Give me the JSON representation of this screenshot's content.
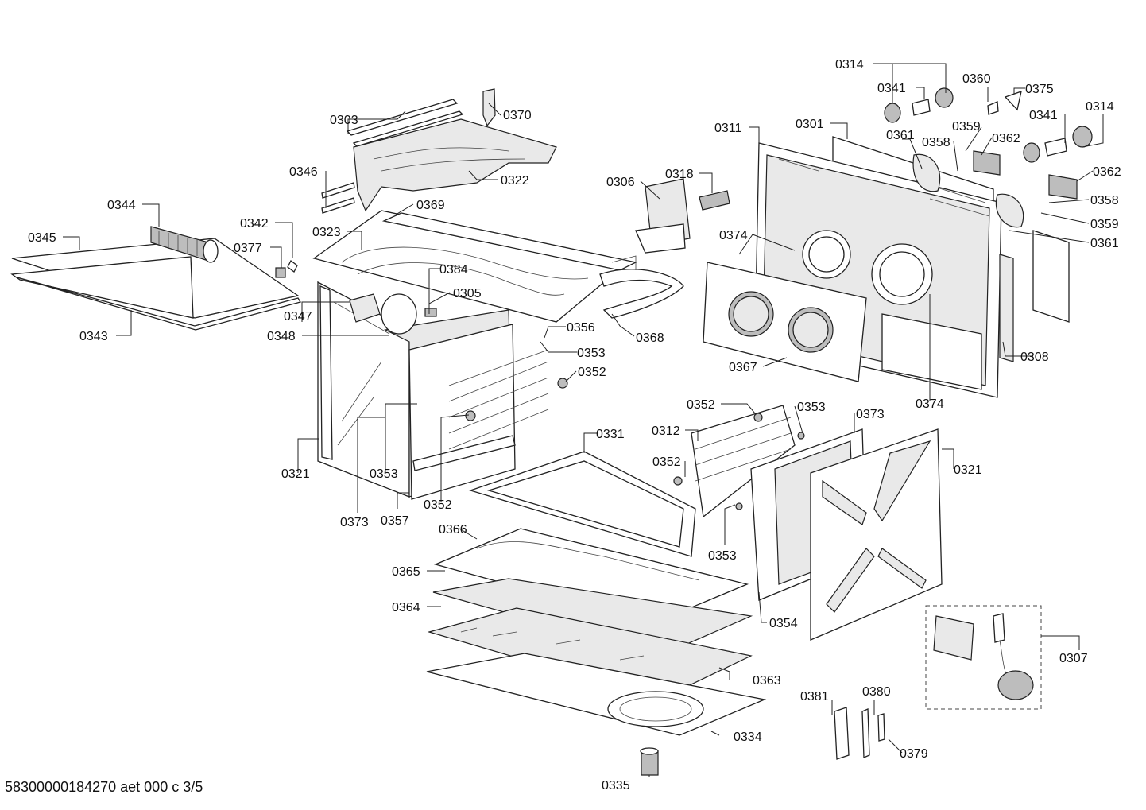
{
  "document_code": "58300000184270 aet 000 c 3/5",
  "callouts": [
    {
      "id": "c0314a",
      "text": "0314"
    },
    {
      "id": "c0341a",
      "text": "0341"
    },
    {
      "id": "c0360",
      "text": "0360"
    },
    {
      "id": "c0375",
      "text": "0375"
    },
    {
      "id": "c0341b",
      "text": "0341"
    },
    {
      "id": "c0314b",
      "text": "0314"
    },
    {
      "id": "c0311",
      "text": "0311"
    },
    {
      "id": "c0301",
      "text": "0301"
    },
    {
      "id": "c0361a",
      "text": "0361"
    },
    {
      "id": "c0359a",
      "text": "0359"
    },
    {
      "id": "c0358a",
      "text": "0358"
    },
    {
      "id": "c0362a",
      "text": "0362"
    },
    {
      "id": "c0362b",
      "text": "0362"
    },
    {
      "id": "c0358b",
      "text": "0358"
    },
    {
      "id": "c0359b",
      "text": "0359"
    },
    {
      "id": "c0361b",
      "text": "0361"
    },
    {
      "id": "c0303",
      "text": "0303"
    },
    {
      "id": "c0370",
      "text": "0370"
    },
    {
      "id": "c0322",
      "text": "0322"
    },
    {
      "id": "c0346",
      "text": "0346"
    },
    {
      "id": "c0306",
      "text": "0306"
    },
    {
      "id": "c0318",
      "text": "0318"
    },
    {
      "id": "c0344",
      "text": "0344"
    },
    {
      "id": "c0369",
      "text": "0369"
    },
    {
      "id": "c0342",
      "text": "0342"
    },
    {
      "id": "c0345",
      "text": "0345"
    },
    {
      "id": "c0323",
      "text": "0323"
    },
    {
      "id": "c0377",
      "text": "0377"
    },
    {
      "id": "c0374a",
      "text": "0374"
    },
    {
      "id": "c0384",
      "text": "0384"
    },
    {
      "id": "c0305",
      "text": "0305"
    },
    {
      "id": "c0347",
      "text": "0347"
    },
    {
      "id": "c0343",
      "text": "0343"
    },
    {
      "id": "c0348",
      "text": "0348"
    },
    {
      "id": "c0356",
      "text": "0356"
    },
    {
      "id": "c0368",
      "text": "0368"
    },
    {
      "id": "c0353a",
      "text": "0353"
    },
    {
      "id": "c0308",
      "text": "0308"
    },
    {
      "id": "c0367",
      "text": "0367"
    },
    {
      "id": "c0352a",
      "text": "0352"
    },
    {
      "id": "c0374b",
      "text": "0374"
    },
    {
      "id": "c0352b",
      "text": "0352"
    },
    {
      "id": "c0353b",
      "text": "0353"
    },
    {
      "id": "c0373a",
      "text": "0373"
    },
    {
      "id": "c0331",
      "text": "0331"
    },
    {
      "id": "c0312",
      "text": "0312"
    },
    {
      "id": "c0321a",
      "text": "0321"
    },
    {
      "id": "c0321b",
      "text": "0321"
    },
    {
      "id": "c0352c",
      "text": "0352"
    },
    {
      "id": "c0353c",
      "text": "0353"
    },
    {
      "id": "c0352d",
      "text": "0352"
    },
    {
      "id": "c0373b",
      "text": "0373"
    },
    {
      "id": "c0357",
      "text": "0357"
    },
    {
      "id": "c0366",
      "text": "0366"
    },
    {
      "id": "c0353d",
      "text": "0353"
    },
    {
      "id": "c0365",
      "text": "0365"
    },
    {
      "id": "c0364",
      "text": "0364"
    },
    {
      "id": "c0354",
      "text": "0354"
    },
    {
      "id": "c0307",
      "text": "0307"
    },
    {
      "id": "c0363",
      "text": "0363"
    },
    {
      "id": "c0381",
      "text": "0381"
    },
    {
      "id": "c0380",
      "text": "0380"
    },
    {
      "id": "c0334",
      "text": "0334"
    },
    {
      "id": "c0379",
      "text": "0379"
    },
    {
      "id": "c0335",
      "text": "0335"
    }
  ]
}
